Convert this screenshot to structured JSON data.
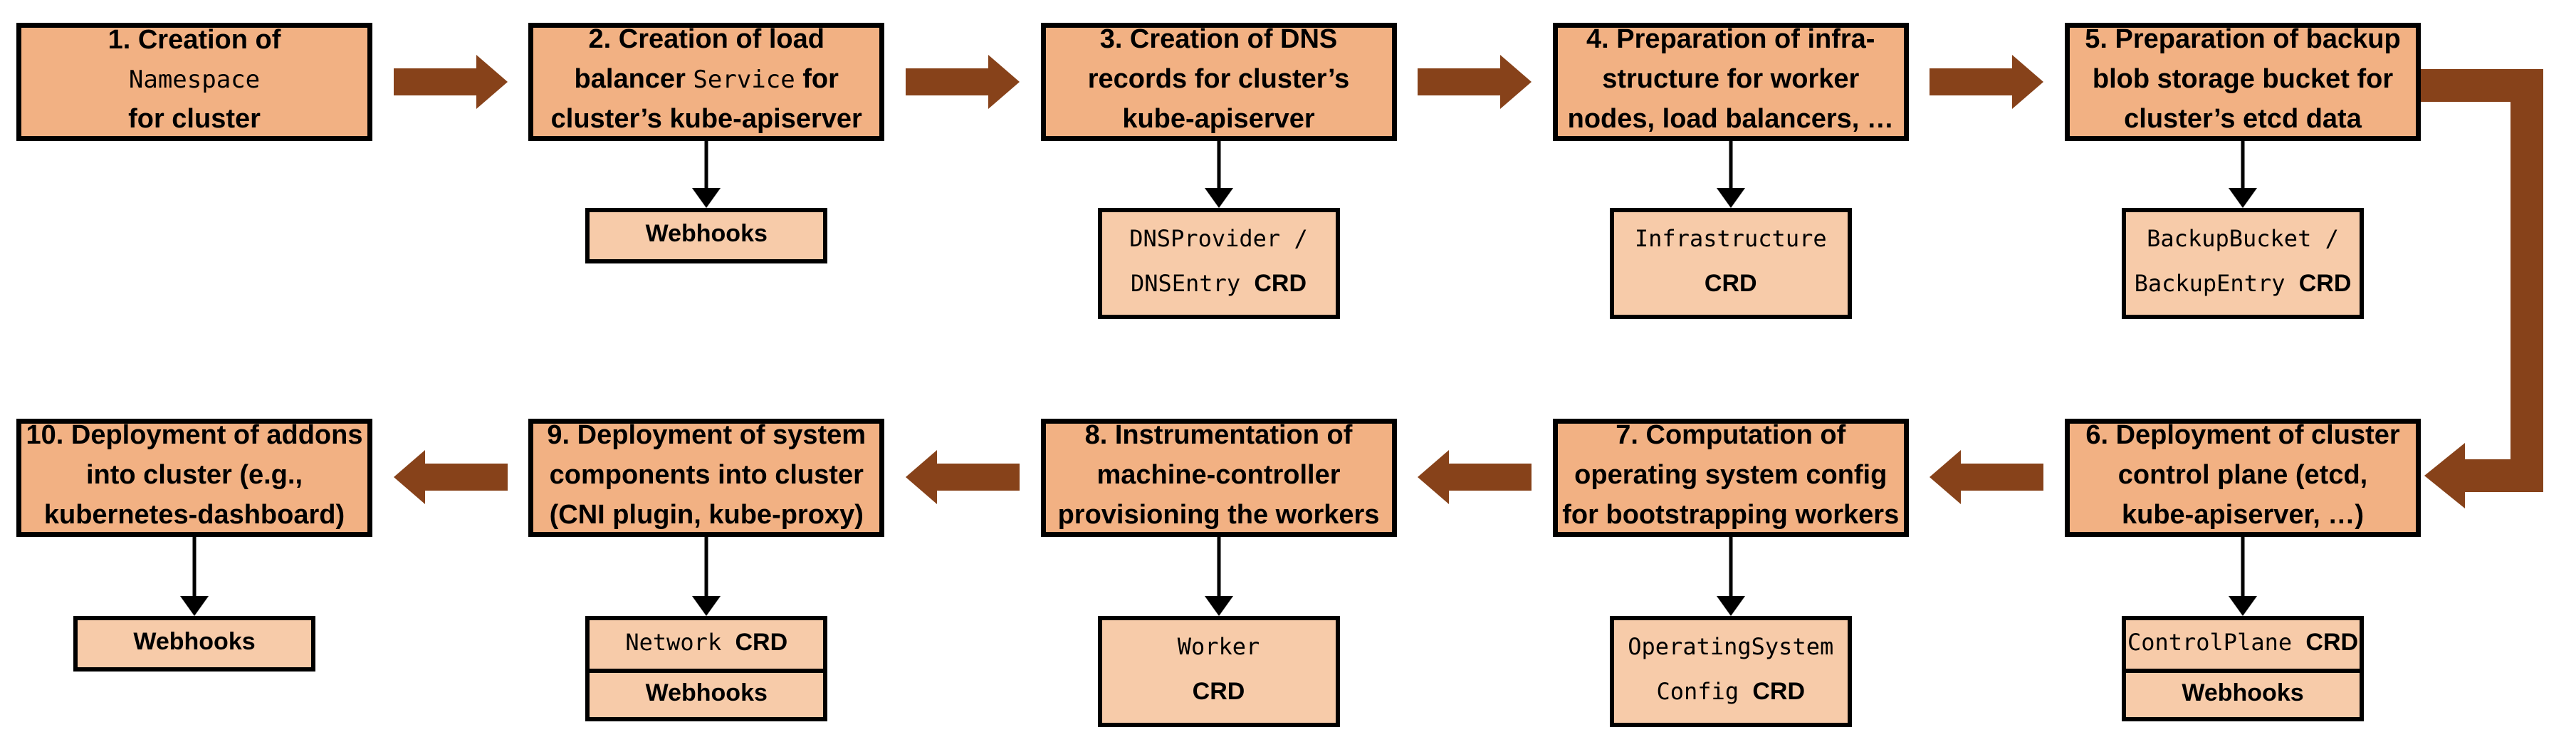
{
  "colors": {
    "background": "#FFFFFF",
    "main_box_fill": "#F2B183",
    "sub_box_fill": "#F7CBA9",
    "box_border": "#000000",
    "flow_arrow": "#87421A",
    "connector_arrow": "#000000"
  },
  "rows": [
    {
      "name": "top",
      "arrow_direction": "right",
      "stages": [
        {
          "id": "1",
          "main": [
            [
              [
                "s",
                "1. Creation of"
              ]
            ],
            [
              [
                "m",
                "Namespace"
              ]
            ],
            [
              [
                "s",
                "for cluster"
              ]
            ]
          ],
          "subs": []
        },
        {
          "id": "2",
          "main": [
            [
              [
                "s",
                "2. Creation of load"
              ]
            ],
            [
              [
                "s",
                "balancer "
              ],
              [
                "m",
                "Service"
              ],
              [
                "s",
                " for"
              ]
            ],
            [
              [
                "s",
                "cluster’s kube-apiserver"
              ]
            ]
          ],
          "subs": [
            {
              "kind": "short",
              "lines": [
                [
                  [
                    "s",
                    "Webhooks"
                  ]
                ]
              ]
            }
          ]
        },
        {
          "id": "3",
          "main": [
            [
              [
                "s",
                "3. Creation of DNS"
              ]
            ],
            [
              [
                "s",
                "records for cluster’s"
              ]
            ],
            [
              [
                "s",
                "kube-apiserver"
              ]
            ]
          ],
          "subs": [
            {
              "kind": "tall",
              "lines": [
                [
                  [
                    "m",
                    "DNSProvider /"
                  ]
                ],
                [
                  [
                    "m",
                    "DNSEntry "
                  ],
                  [
                    "c",
                    "CRD"
                  ]
                ]
              ]
            }
          ]
        },
        {
          "id": "4",
          "main": [
            [
              [
                "s",
                "4. Preparation of infra-"
              ]
            ],
            [
              [
                "s",
                "structure for worker"
              ]
            ],
            [
              [
                "s",
                "nodes, load balancers, …"
              ]
            ]
          ],
          "subs": [
            {
              "kind": "tall",
              "lines": [
                [
                  [
                    "m",
                    "Infrastructure"
                  ]
                ],
                [
                  [
                    "c",
                    "CRD"
                  ]
                ]
              ]
            }
          ]
        },
        {
          "id": "5",
          "main": [
            [
              [
                "s",
                "5. Preparation of backup"
              ]
            ],
            [
              [
                "s",
                "blob storage bucket for"
              ]
            ],
            [
              [
                "s",
                "cluster’s etcd data"
              ]
            ]
          ],
          "subs": [
            {
              "kind": "tall",
              "lines": [
                [
                  [
                    "m",
                    "BackupBucket /"
                  ]
                ],
                [
                  [
                    "m",
                    "BackupEntry "
                  ],
                  [
                    "c",
                    "CRD"
                  ]
                ]
              ]
            }
          ]
        }
      ]
    },
    {
      "name": "bottom",
      "arrow_direction": "left",
      "stages": [
        {
          "id": "10",
          "main": [
            [
              [
                "s",
                "10. Deployment of addons"
              ]
            ],
            [
              [
                "s",
                "into cluster (e.g.,"
              ]
            ],
            [
              [
                "s",
                "kubernetes-dashboard)"
              ]
            ]
          ],
          "subs": [
            {
              "kind": "short",
              "lines": [
                [
                  [
                    "s",
                    "Webhooks"
                  ]
                ]
              ]
            }
          ]
        },
        {
          "id": "9",
          "main": [
            [
              [
                "s",
                "9. Deployment of system"
              ]
            ],
            [
              [
                "s",
                "components into cluster"
              ]
            ],
            [
              [
                "s",
                "(CNI plugin, kube-proxy)"
              ]
            ]
          ],
          "subs": [
            {
              "kind": "stack-top",
              "lines": [
                [
                  [
                    "m",
                    "Network "
                  ],
                  [
                    "c",
                    "CRD"
                  ]
                ]
              ]
            },
            {
              "kind": "stack-bottom",
              "lines": [
                [
                  [
                    "s",
                    "Webhooks"
                  ]
                ]
              ]
            }
          ]
        },
        {
          "id": "8",
          "main": [
            [
              [
                "s",
                "8. Instrumentation of"
              ]
            ],
            [
              [
                "s",
                "machine-controller"
              ]
            ],
            [
              [
                "s",
                "provisioning the workers"
              ]
            ]
          ],
          "subs": [
            {
              "kind": "tall",
              "lines": [
                [
                  [
                    "m",
                    "Worker"
                  ]
                ],
                [
                  [
                    "c",
                    "CRD"
                  ]
                ]
              ]
            }
          ]
        },
        {
          "id": "7",
          "main": [
            [
              [
                "s",
                "7. Computation of"
              ]
            ],
            [
              [
                "s",
                "operating system config"
              ]
            ],
            [
              [
                "s",
                "for bootstrapping workers"
              ]
            ]
          ],
          "subs": [
            {
              "kind": "tall",
              "lines": [
                [
                  [
                    "m",
                    "OperatingSystem"
                  ]
                ],
                [
                  [
                    "m",
                    "Config "
                  ],
                  [
                    "c",
                    "CRD"
                  ]
                ]
              ]
            }
          ]
        },
        {
          "id": "6",
          "main": [
            [
              [
                "s",
                "6. Deployment of cluster"
              ]
            ],
            [
              [
                "s",
                "control plane (etcd,"
              ]
            ],
            [
              [
                "s",
                "kube-apiserver, …)"
              ]
            ]
          ],
          "subs": [
            {
              "kind": "stack-top",
              "lines": [
                [
                  [
                    "m",
                    "ControlPlane "
                  ],
                  [
                    "c",
                    "CRD"
                  ]
                ]
              ]
            },
            {
              "kind": "stack-bottom",
              "lines": [
                [
                  [
                    "s",
                    "Webhooks"
                  ]
                ]
              ]
            }
          ]
        }
      ]
    }
  ],
  "row_connector": {
    "shape": "elbow-right-down-left",
    "from_stage": "5",
    "to_stage": "6"
  }
}
